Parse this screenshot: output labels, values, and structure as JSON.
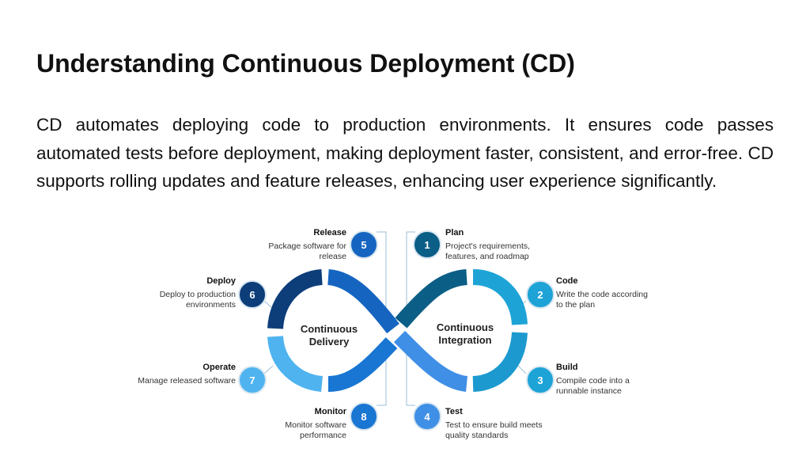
{
  "slide": {
    "title": "Understanding Continuous Deployment (CD)",
    "paragraph": "CD automates deploying code to production environments. It ensures code passes automated tests before deployment, making deployment faster, consistent, and error-free. CD supports rolling updates and feature releases, enhancing user experience significantly."
  },
  "diagram": {
    "center_left": [
      "Continuous",
      "Delivery"
    ],
    "center_right": [
      "Continuous",
      "Integration"
    ],
    "steps": [
      {
        "num": "1",
        "title": "Plan",
        "desc": [
          "Project's requirements,",
          "features, and roadmap"
        ],
        "color": "#0B5E86"
      },
      {
        "num": "2",
        "title": "Code",
        "desc": [
          "Write the code according",
          "to the plan"
        ],
        "color": "#1DA3D6"
      },
      {
        "num": "3",
        "title": "Build",
        "desc": [
          "Compile code into a",
          "runnable instance"
        ],
        "color": "#1DA3D6"
      },
      {
        "num": "4",
        "title": "Test",
        "desc": [
          "Test to ensure build meets",
          "quality standards"
        ],
        "color": "#3F8FE6"
      },
      {
        "num": "5",
        "title": "Release",
        "desc": [
          "Package software for",
          "release"
        ],
        "color": "#1565C0"
      },
      {
        "num": "6",
        "title": "Deploy",
        "desc": [
          "Deploy to production",
          "environments"
        ],
        "color": "#0D3E7A"
      },
      {
        "num": "7",
        "title": "Operate",
        "desc": [
          "Manage released software"
        ],
        "color": "#4FB3F0"
      },
      {
        "num": "8",
        "title": "Monitor",
        "desc": [
          "Monitor software",
          "performance"
        ],
        "color": "#1976D2"
      }
    ]
  }
}
